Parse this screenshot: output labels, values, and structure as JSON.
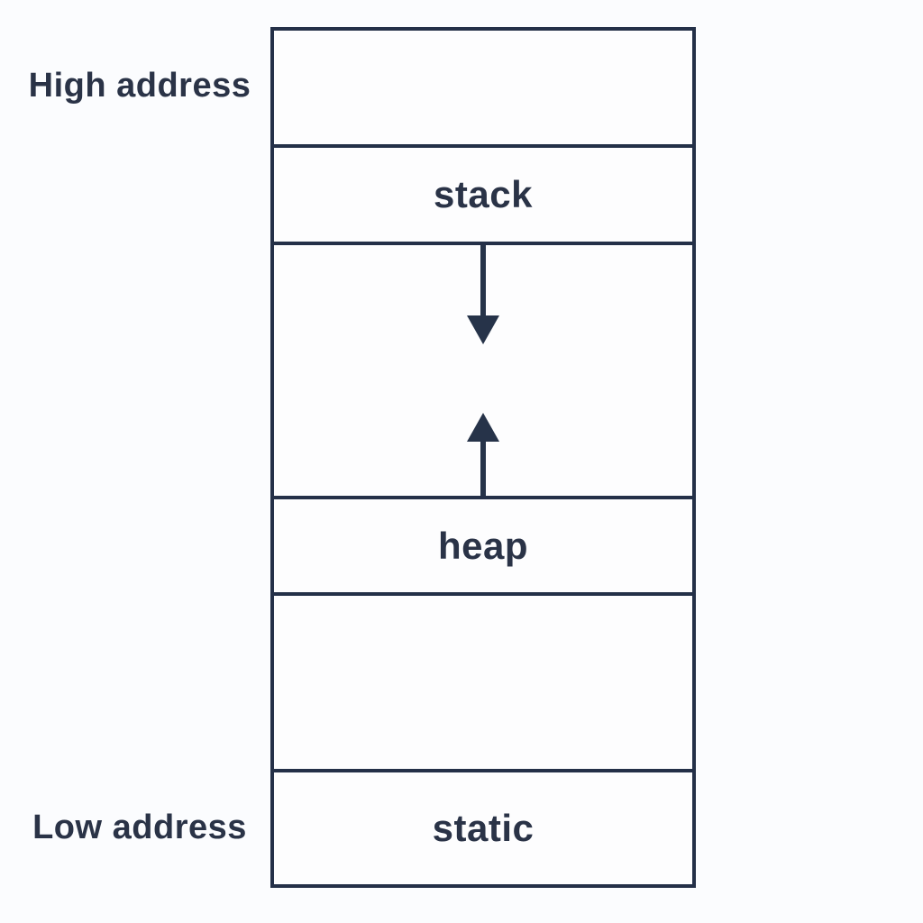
{
  "diagram": {
    "type": "memory-layout",
    "side_labels": {
      "high": "High address",
      "low": "Low address"
    },
    "sections": [
      {
        "id": "empty-top",
        "label": ""
      },
      {
        "id": "stack",
        "label": "stack"
      },
      {
        "id": "growth-gap",
        "label": "",
        "arrows": [
          "stack-grows-down",
          "heap-grows-up"
        ]
      },
      {
        "id": "heap",
        "label": "heap"
      },
      {
        "id": "empty-mid",
        "label": ""
      },
      {
        "id": "static",
        "label": "static"
      }
    ],
    "colors": {
      "line": "#243048",
      "text": "#2a3347",
      "background": "#fbfcfe",
      "box_fill": "#fdfdfe"
    }
  }
}
